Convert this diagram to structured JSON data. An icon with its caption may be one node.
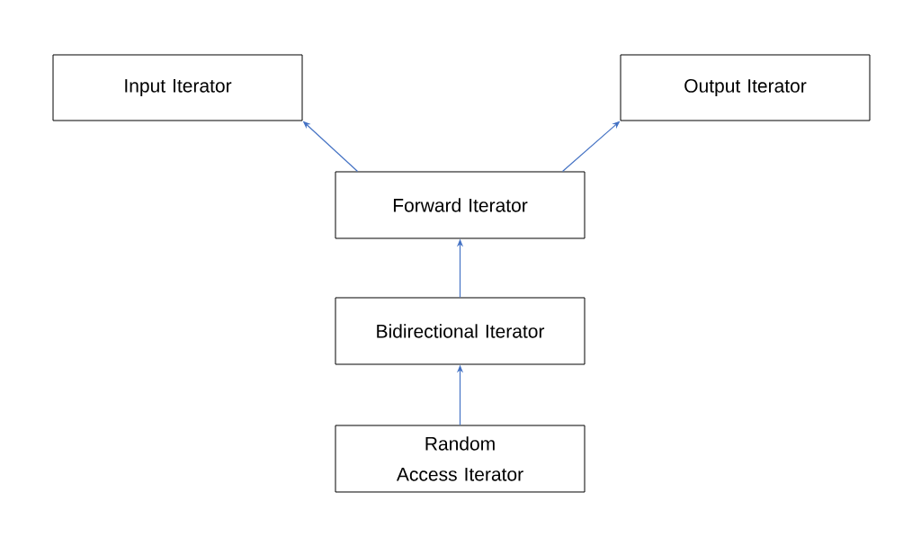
{
  "diagram": {
    "nodes": [
      {
        "text": [
          "Input Iterator"
        ]
      },
      {
        "text": [
          "Output Iterator"
        ]
      },
      {
        "text": [
          "Forward Iterator"
        ]
      },
      {
        "text": [
          "Bidirectional Iterator"
        ]
      },
      {
        "text": [
          "Random Access Iterator"
        ]
      }
    ],
    "edges": [
      {
        "from": 2,
        "to": 0,
        "arrow": "to"
      },
      {
        "from": 2,
        "to": 1,
        "arrow": "to"
      },
      {
        "from": 3,
        "to": 2,
        "arrow": "to"
      },
      {
        "from": 4,
        "to": 3,
        "arrow": "to"
      }
    ]
  }
}
